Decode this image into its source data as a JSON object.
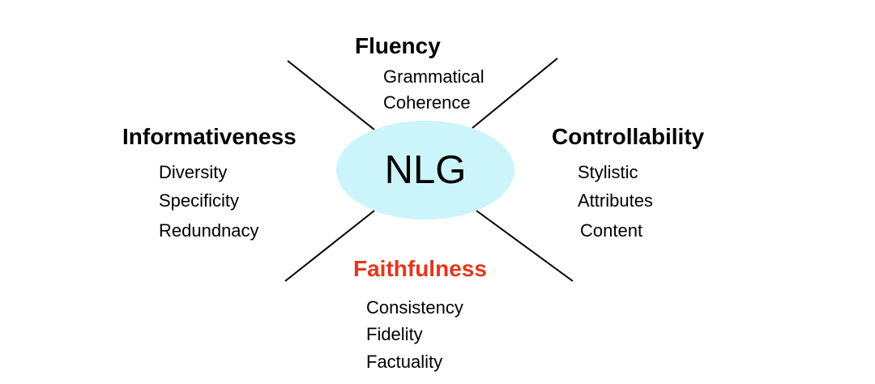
{
  "center": {
    "label": "NLG",
    "fill_color": "#ccf4fb"
  },
  "aspects": {
    "fluency": {
      "heading": "Fluency",
      "items": [
        "Grammatical",
        "Coherence"
      ]
    },
    "informativeness": {
      "heading": "Informativeness",
      "items": [
        "Diversity",
        "Specificity",
        "Redundnacy"
      ]
    },
    "controllability": {
      "heading": "Controllability",
      "items": [
        "Stylistic",
        "Attributes",
        "Content"
      ]
    },
    "faithfulness": {
      "heading": "Faithfulness",
      "heading_color": "#e8341c",
      "items": [
        "Consistency",
        "Fidelity",
        "Factuality"
      ]
    }
  }
}
